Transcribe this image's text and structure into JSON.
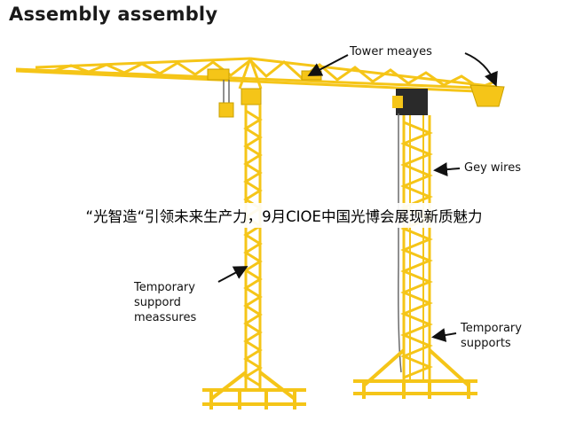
{
  "title": "Assembly assembly",
  "labels": {
    "tower_meayes": "Tower meayes",
    "gey_wires": "Gey wires",
    "temporary_suppord_measures": [
      "Temporary",
      "suppord",
      "meassures"
    ],
    "temporary_supports": [
      "Temporary",
      "supports"
    ]
  },
  "overlay_caption": "“光智造“引领未来生产力，9月CIOE中国光博会展现新质魅力",
  "colors": {
    "steel": "#F5C518",
    "steel_dark": "#C9A000",
    "machinery": "#2a2a2a",
    "cable": "#6b6b6b",
    "text": "#111111"
  }
}
